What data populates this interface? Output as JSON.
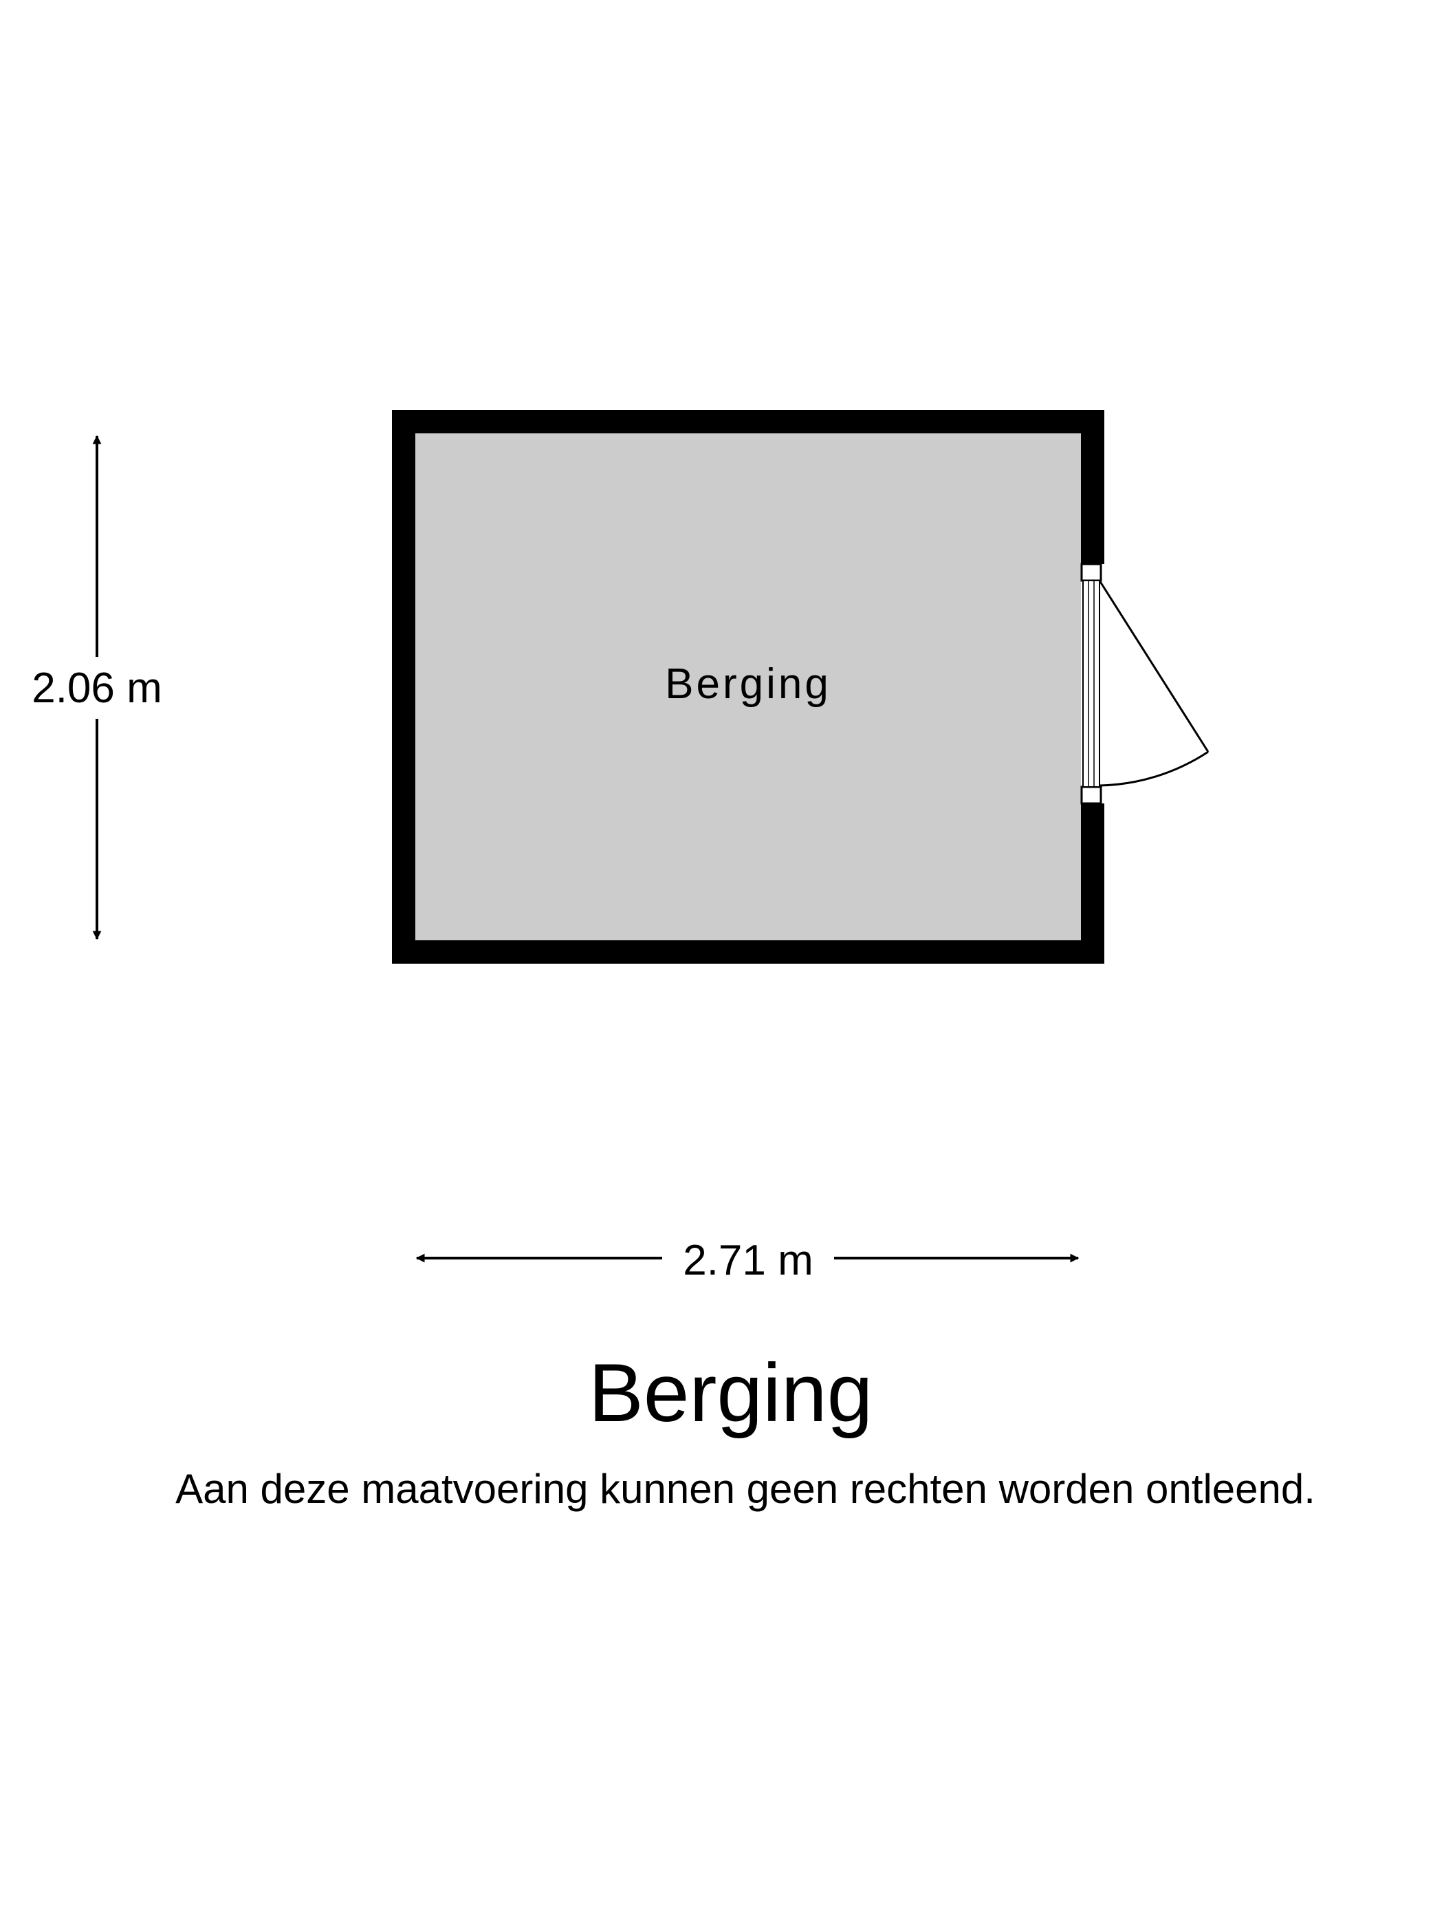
{
  "plan": {
    "room_label": "Berging",
    "dimension_height": "2.06 m",
    "dimension_width": "2.71 m"
  },
  "title": "Berging",
  "disclaimer": "Aan deze maatvoering kunnen geen rechten worden ontleend.",
  "colors": {
    "wall": "#000000",
    "floor": "#cccccc",
    "background": "#ffffff",
    "text": "#000000"
  }
}
